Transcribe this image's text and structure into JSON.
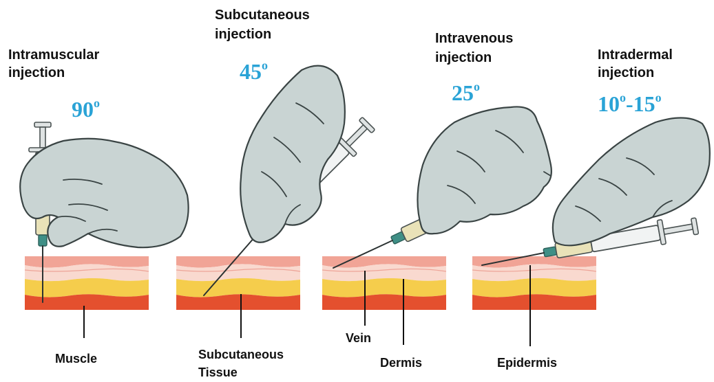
{
  "panels": [
    {
      "title_line1": "Intramuscular",
      "title_line2": "injection",
      "angle": "90",
      "angle_sup": "o"
    },
    {
      "title_line1": "Subcutaneous",
      "title_line2": "injection",
      "angle": "45",
      "angle_sup": "o"
    },
    {
      "title_line1": "Intravenous",
      "title_line2": "injection",
      "angle": "25",
      "angle_sup": "o"
    },
    {
      "title_line1": "Intradermal",
      "title_line2": "injection",
      "angle": "10",
      "angle_sup": "o",
      "angle_dash": "-",
      "angle2": "15",
      "angle2_sup": "o"
    }
  ],
  "layer_labels": {
    "muscle": "Muscle",
    "subcutaneous_line1": "Subcutaneous",
    "subcutaneous_line2": "Tissue",
    "vein": "Vein",
    "dermis": "Dermis",
    "epidermis": "Epidermis"
  },
  "colors": {
    "angle_text": "#2aa3d6",
    "glove": "#c9d4d3",
    "epidermis": "#f1a496",
    "dermis": "#f9d9cf",
    "subcutaneous": "#f5cd4c",
    "muscle": "#e4502e"
  }
}
